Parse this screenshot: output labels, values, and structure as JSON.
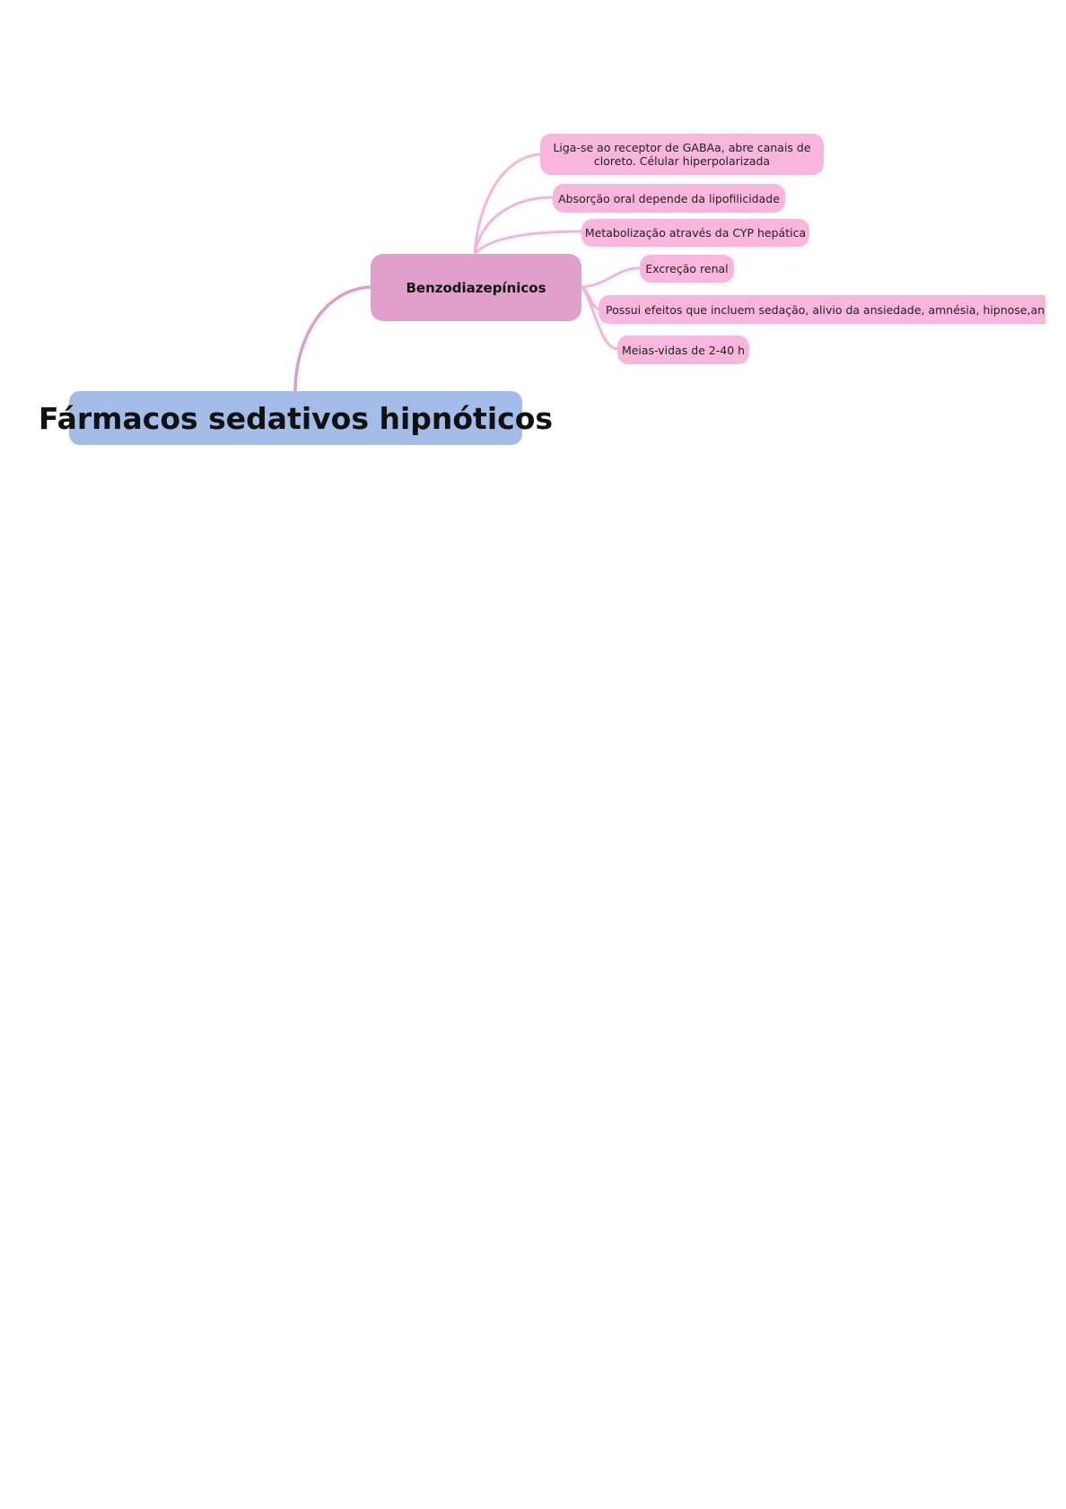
{
  "diagram": {
    "root": {
      "label": "Fármacos sedativos hipnóticos",
      "color": "#a3bde8"
    },
    "main_topic": {
      "label": "Benzodiazepínicos",
      "color": "#e0a0cb"
    },
    "subtopic_color": "#f9b6dd",
    "connector_colors": {
      "root_to_main": "#d99fc8",
      "main_to_subtopics": "#f6b3d9"
    },
    "subtopics": [
      {
        "label": "Liga-se ao receptor de GABAa, abre canais de cloreto. Célular hiperpolarizada"
      },
      {
        "label": "Absorção oral depende da lipofilicidade"
      },
      {
        "label": "Metabolização através da CYP hepática"
      },
      {
        "label": "Excreção renal"
      },
      {
        "label": "Possui efeitos que incluem sedação, alivio da ansiedade, amnésia, hipnose,anes"
      },
      {
        "label": "Meias-vidas de 2-40 h"
      }
    ]
  }
}
